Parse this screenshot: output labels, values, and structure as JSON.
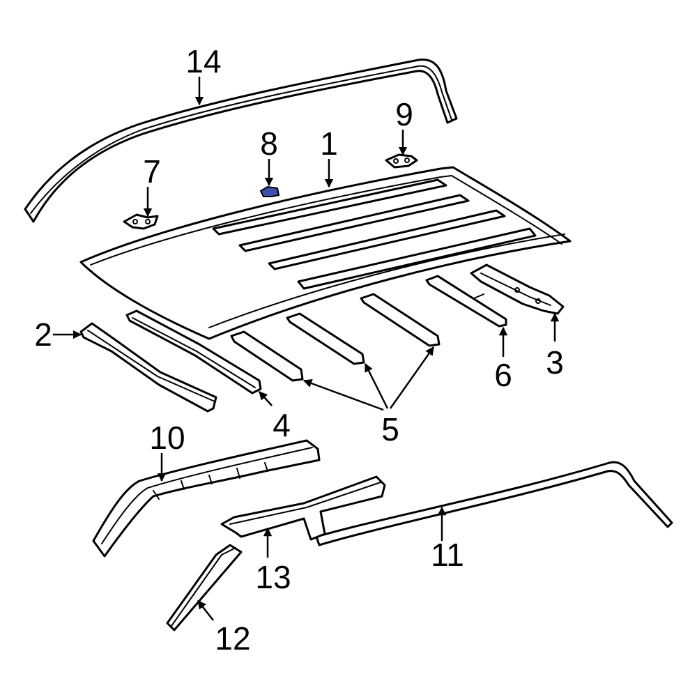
{
  "callouts": [
    {
      "id": "1",
      "text": "1"
    },
    {
      "id": "2",
      "text": "2"
    },
    {
      "id": "3",
      "text": "3"
    },
    {
      "id": "4",
      "text": "4"
    },
    {
      "id": "5",
      "text": "5"
    },
    {
      "id": "6",
      "text": "6"
    },
    {
      "id": "7",
      "text": "7"
    },
    {
      "id": "8",
      "text": "8"
    },
    {
      "id": "9",
      "text": "9"
    },
    {
      "id": "10",
      "text": "10"
    },
    {
      "id": "11",
      "text": "11"
    },
    {
      "id": "12",
      "text": "12"
    },
    {
      "id": "13",
      "text": "13"
    },
    {
      "id": "14",
      "text": "14"
    }
  ],
  "colors": {
    "line": "#000000",
    "background": "#ffffff",
    "highlight": "#3d4fa8"
  }
}
